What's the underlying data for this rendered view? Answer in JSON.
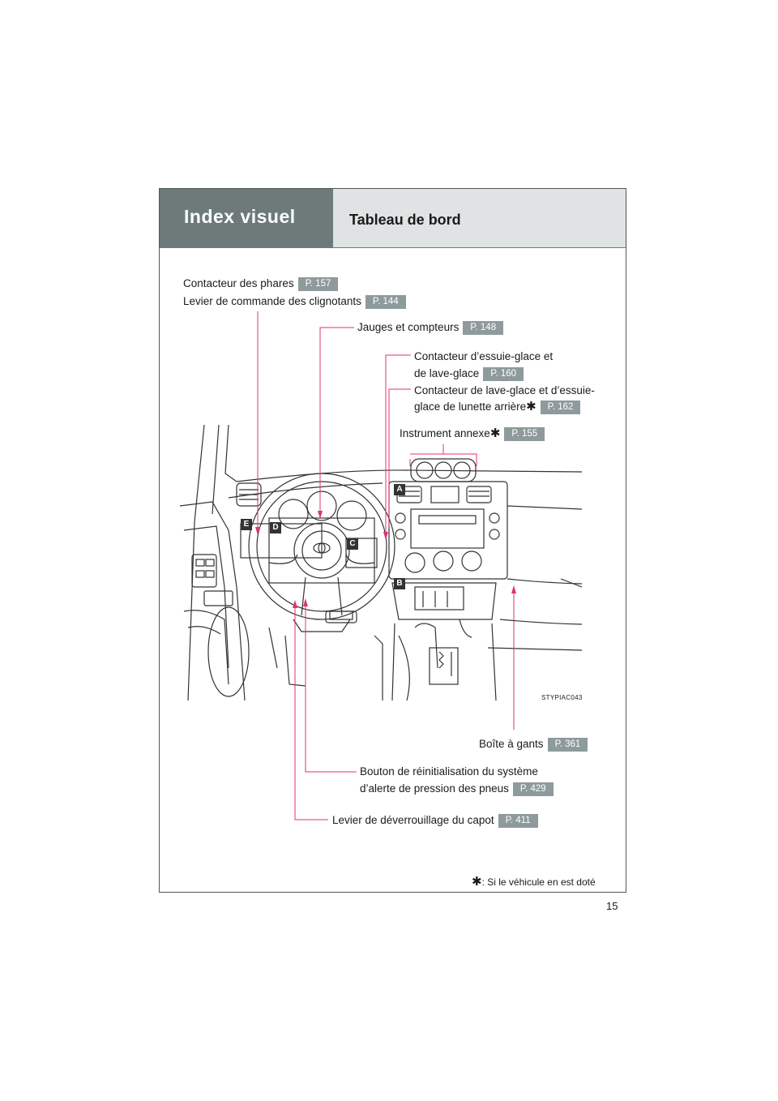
{
  "header": {
    "section": "Index visuel",
    "title": "Tableau de bord"
  },
  "callouts": {
    "headlight": {
      "text": "Contacteur des phares",
      "page": "P. 157"
    },
    "turn_signal": {
      "text": "Levier de commande des clignotants",
      "page": "P. 144"
    },
    "gauges": {
      "text": "Jauges et compteurs",
      "page": "P. 148"
    },
    "wiper_line1": "Contacteur d’essuie-glace et",
    "wiper_line2": {
      "text": "de lave-glace",
      "page": "P. 160"
    },
    "rear_washer_line1": "Contacteur de lave-glace et d’essuie-",
    "rear_washer_line2": {
      "text": "glace de lunette arrière",
      "page": "P. 162"
    },
    "aux_meter": {
      "text": "Instrument annexe",
      "page": "P. 155"
    },
    "glove_box": {
      "text": "Boîte à gants",
      "page": "P. 361"
    },
    "tpms_line1": "Bouton de réinitialisation du système",
    "tpms_line2": {
      "text": "d’alerte de pression des pneus",
      "page": "P. 429"
    },
    "hood_release": {
      "text": "Levier de déverrouillage du capot",
      "page": "P. 411"
    }
  },
  "markers": {
    "a": "A",
    "b": "B",
    "c": "C",
    "d": "D",
    "e": "E"
  },
  "illustration_code": "STYPIAC043",
  "footnote": {
    "symbol": "✱",
    "text": ": Si le véhicule en est doté"
  },
  "page_number": "15",
  "colors": {
    "leader": "#e0307a",
    "header_dark": "#6e7a7a",
    "header_light": "#dfe3e3",
    "badge": "#8e9a9c"
  }
}
